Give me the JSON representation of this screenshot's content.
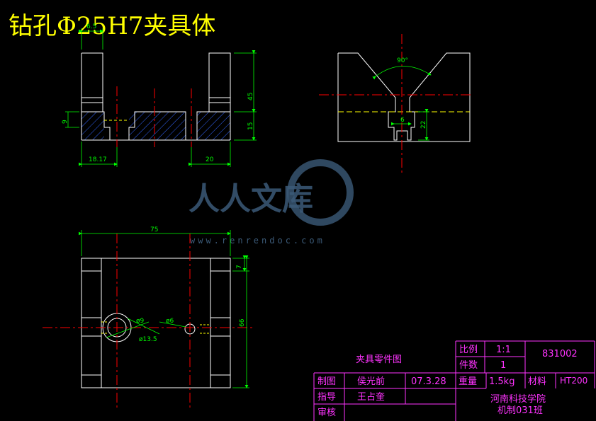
{
  "title": "钻孔Φ25H7夹具体",
  "dimensions": {
    "front_width_top": "6.5",
    "front_height": "45",
    "front_base_height": "15",
    "front_groove": "9",
    "front_left": "18.17",
    "front_right": "20",
    "side_angle": "90°",
    "side_slot": "6",
    "side_height": "22",
    "top_width": "75",
    "top_height": "66",
    "top_offset": "7",
    "hole_large": "ø9",
    "hole_ring": "ø13.5",
    "hole_small": "ø6"
  },
  "watermark": {
    "text": "人人文库",
    "url": "www.renrendoc.com"
  },
  "title_block": {
    "part_name": "夹具零件图",
    "scale_label": "比例",
    "scale_value": "1:1",
    "qty_label": "件数",
    "qty_value": "1",
    "drawing_no": "831002",
    "drawn_label": "制图",
    "drawn_by": "侯光前",
    "date": "07.3.28",
    "weight_label": "重量",
    "weight_value": "1.5kg",
    "material_label": "材料",
    "material_value": "HT200",
    "guide_label": "指导",
    "guide_by": "王占奎",
    "review_label": "审核",
    "school": "河南科技学院",
    "class": "机制031班"
  },
  "colors": {
    "outline": "#ffffff",
    "center_line": "#ff0000",
    "dimension": "#00ff00",
    "hatch": "#3366ff",
    "hidden": "#ffff00",
    "title_block": "#ff33ff",
    "title_text": "#ffff00"
  }
}
